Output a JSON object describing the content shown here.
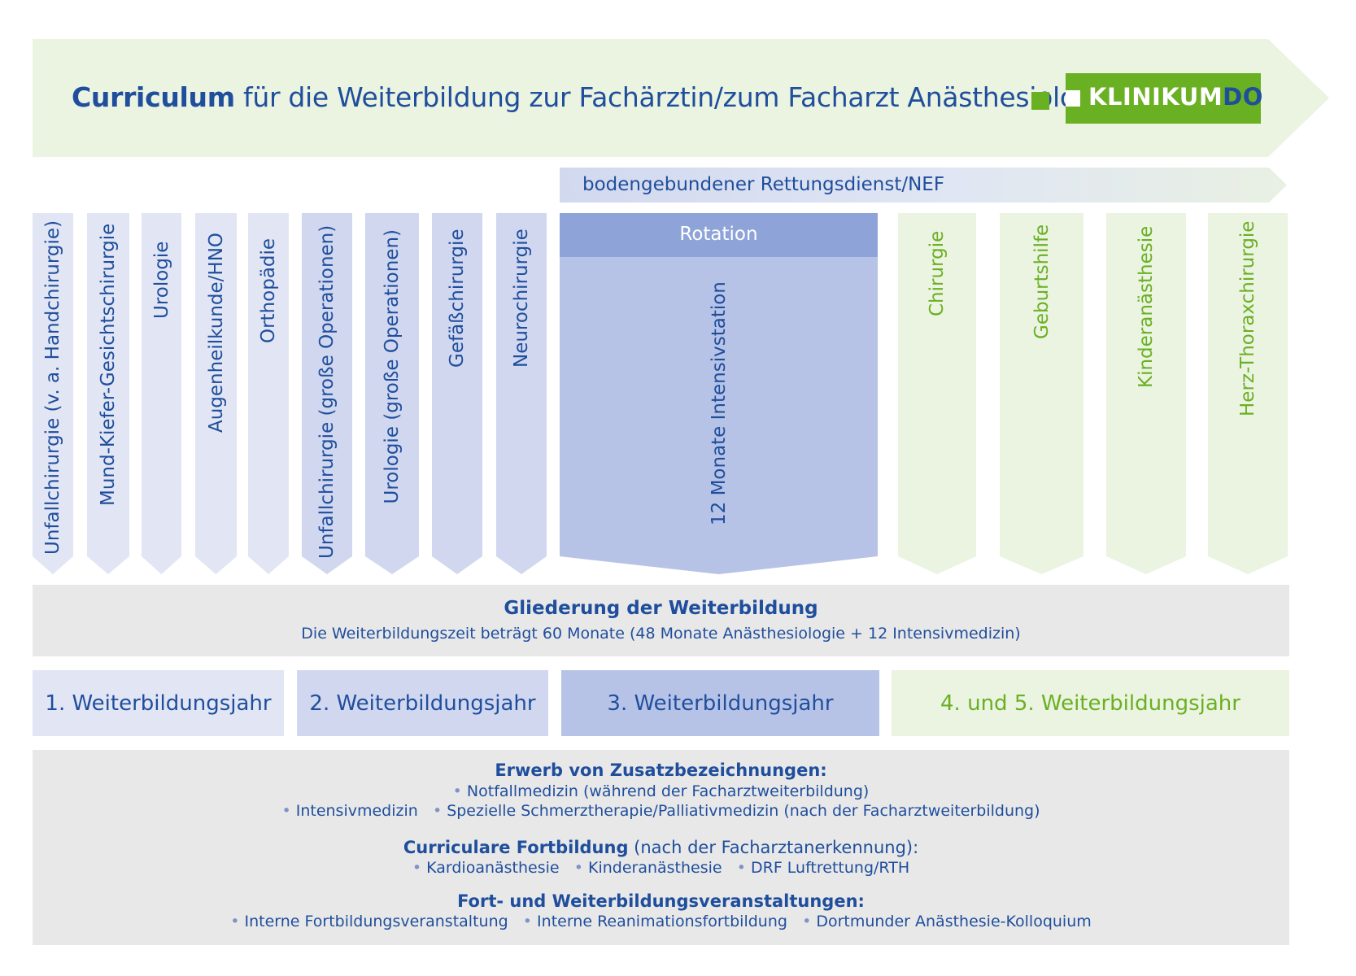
{
  "header": {
    "title_bold": "Curriculum",
    "title_rest": " für die Weiterbildung zur Fachärztin/zum Facharzt Anästhesiologie",
    "logo_main": "KLINIKUM",
    "logo_accent": "DO"
  },
  "rettungsdienst": {
    "label": "bodengebundener Rettungsdienst/NEF"
  },
  "rotations_year1": [
    "Unfallchirurgie (v. a. Handchirurgie)",
    "Mund-Kiefer-Gesichtschirurgie",
    "Urologie",
    "Augenheilkunde/HNO",
    "Orthopädie"
  ],
  "rotations_year2": [
    "Unfallchirurgie (große Operationen)",
    "Urologie (große Operationen)",
    "Gefäßchirurgie",
    "Neurochirurgie"
  ],
  "rotation_year3": {
    "header": "Rotation",
    "label": "12 Monate Intensivstation"
  },
  "rotations_year45": [
    "Chirurgie",
    "Geburtshilfe",
    "Kinderanästhesie",
    "Herz-Thoraxchirurgie"
  ],
  "gliederung": {
    "title": "Gliederung der Weiterbildung",
    "subtitle": "Die Weiterbildungszeit beträgt 60 Monate (48 Monate Anästhesiologie + 12 Intensivmedizin)"
  },
  "years": [
    "1. Weiterbildungsjahr",
    "2. Weiterbildungsjahr",
    "3. Weiterbildungsjahr",
    "4. und 5. Weiterbildungsjahr"
  ],
  "info": {
    "zusatz_title": "Erwerb von Zusatzbezeichnungen:",
    "zusatz_items_1": [
      "Notfallmedizin (während der Facharztweiterbildung)"
    ],
    "zusatz_items_2": [
      "Intensivmedizin",
      "Spezielle Schmerztherapie/Palliativmedizin (nach der Facharztweiterbildung)"
    ],
    "curr_title_bold": "Curriculare Fortbildung",
    "curr_title_rest": " (nach der Facharztanerkennung):",
    "curr_items": [
      "Kardioanästhesie",
      "Kinderanästhesie",
      "DRF Luftrettung/RTH"
    ],
    "fort_title": "Fort- und Weiterbildungsveranstaltungen:",
    "fort_items": [
      "Interne Fortbildungsveranstaltung",
      "Interne Reanimationsfortbildung",
      "Dortmunder Anästhesie-Kolloquium"
    ]
  },
  "colors": {
    "brand_blue": "#1f4e9c",
    "brand_green": "#6ab023",
    "year1_bg": "#e1e5f4",
    "year2_bg": "#d0d7ef",
    "year3_bg": "#b7c3e6",
    "year45_bg": "#ebf3e1",
    "rotation_header": "#8ea3d8",
    "info_bg": "#e8e8e8"
  }
}
